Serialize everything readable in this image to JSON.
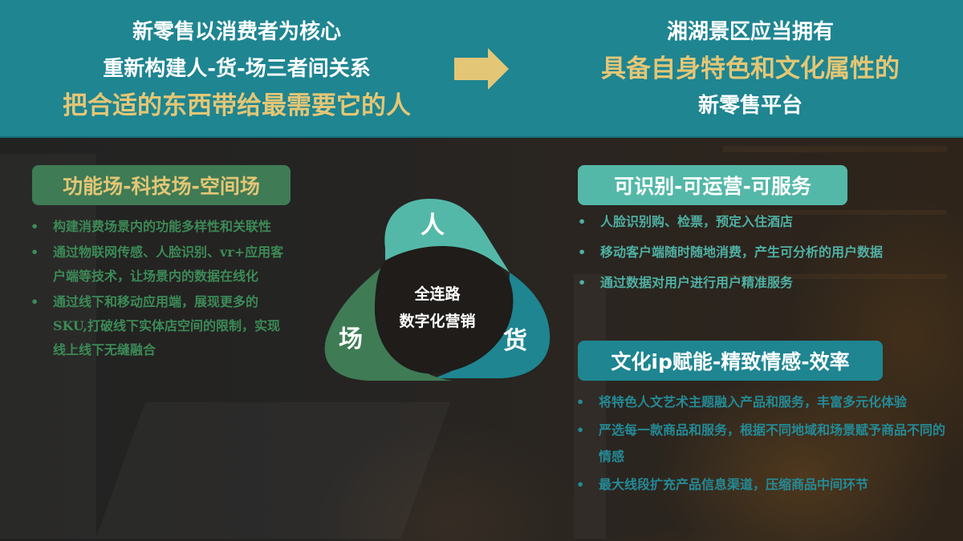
{
  "header": {
    "left": {
      "line1": "新零售以消费者为核心",
      "line2": "重新构建人-货-场三者间关系",
      "line3": "把合适的东西带给最需要它的人"
    },
    "arrow_icon": "arrow-right-icon",
    "right": {
      "line1": "湘湖景区应当拥有",
      "line2": "具备自身特色和文化属性的",
      "line3": "新零售平台"
    }
  },
  "left_section": {
    "title": "功能场-科技场-空间场",
    "bullets": [
      "构建消费场景内的功能多样性和关联性",
      "通过物联网传感、人脸识别、vr+应用客户端等技术，让场景内的数据在线化",
      "通过线下和移动应用端，展现更多的SKU,打破线下实体店空间的限制，实现线上线下无缝融合"
    ]
  },
  "diagram": {
    "top": "人",
    "left": "场",
    "right": "货",
    "center_line1": "全连路",
    "center_line2": "数字化营销"
  },
  "right_top_section": {
    "title": "可识别-可运营-可服务",
    "bullets": [
      "人脸识别购、检票，预定入住酒店",
      "移动客户端随时随地消费，产生可分析的用户数据",
      "通过数据对用户进行用户精准服务"
    ]
  },
  "right_bottom_section": {
    "title": "文化ip赋能-精致情感-效率",
    "bullets": [
      "将特色人文艺术主题融入产品和服务，丰富多元化体验",
      "严选每一款商品和服务，根据不同地域和场景赋予商品不同的情感",
      "最大线段扩充产品信息渠道，压缩商品中间环节"
    ]
  },
  "bullet_char": "•",
  "colors": {
    "header_bg": "#1e8591",
    "gold": "#e3c676",
    "green_badge": "#3f7b55",
    "mint_badge": "#54b8a8",
    "teal_badge": "#1e8591",
    "lobe_top": "#54b8a8",
    "lobe_left": "#3f7b55",
    "lobe_right": "#1e8591"
  }
}
